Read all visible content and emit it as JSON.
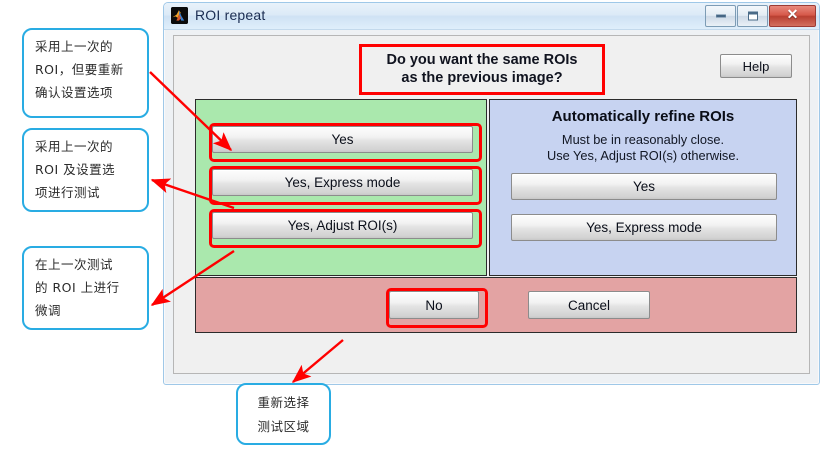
{
  "window": {
    "title": "ROI repeat",
    "icon": "matlab-icon",
    "controls": {
      "minimize": "minimize-icon",
      "maximize": "maximize-icon",
      "close": "✕"
    }
  },
  "header": {
    "question_line1": "Do you want the same ROIs",
    "question_line2": "as the previous image?",
    "help_label": "Help"
  },
  "panels": {
    "green": {
      "color": "#aae8ad",
      "buttons": [
        {
          "label": "Yes",
          "highlighted": true
        },
        {
          "label": "Yes, Express mode",
          "highlighted": true
        },
        {
          "label": "Yes, Adjust ROI(s)",
          "highlighted": true
        }
      ]
    },
    "blue": {
      "color": "#c7d3f1",
      "title": "Automatically refine ROIs",
      "subtitle_line1": "Must be in reasonably close.",
      "subtitle_line2": "Use  Yes, Adjust ROI(s)  otherwise.",
      "buttons": [
        {
          "label": "Yes",
          "highlighted": false
        },
        {
          "label": "Yes, Express mode",
          "highlighted": false
        }
      ]
    },
    "pink": {
      "color": "#e3a3a3",
      "buttons": [
        {
          "label": "No",
          "highlighted": true
        },
        {
          "label": "Cancel",
          "highlighted": false
        }
      ]
    }
  },
  "annotations": {
    "accent_color": "#29ace3",
    "arrow_color": "#ff0000",
    "callouts": [
      {
        "id": "callout-yes",
        "line1": "采用上一次的",
        "line2": "ROI，但要重新",
        "line3": "确认设置选项"
      },
      {
        "id": "callout-express",
        "line1": "采用上一次的",
        "line2": "ROI 及设置选",
        "line3": "项进行测试"
      },
      {
        "id": "callout-adjust",
        "line1": "在上一次测试",
        "line2": "的 ROI 上进行",
        "line3": "微调"
      },
      {
        "id": "callout-no",
        "line1": "重新选择",
        "line2": "测试区域",
        "line3": ""
      }
    ]
  }
}
